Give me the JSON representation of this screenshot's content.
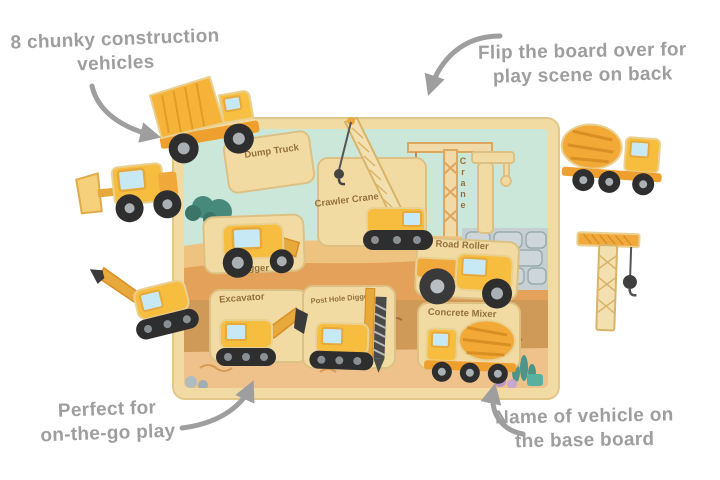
{
  "annotations": {
    "top_left": {
      "line1": "8 chunky construction",
      "line2": "vehicles"
    },
    "top_right": {
      "line1": "Flip the board over for",
      "line2": "play scene on back"
    },
    "bottom_left": {
      "line1": "Perfect for",
      "line2": "on-the-go play"
    },
    "bottom_right": {
      "line1": "Name of vehicle on",
      "line2": "the base board"
    }
  },
  "board": {
    "slot_labels": {
      "dump_truck": "Dump Truck",
      "crawler_crane": "Crawler Crane",
      "digger": "Digger",
      "road_roller": "Road Roller",
      "excavator": "Excavator",
      "post_hole_digger": "Post Hole Digger",
      "concrete_mixer": "Concrete Mixer",
      "crane": "Crane"
    }
  },
  "colors": {
    "annotation_gray": "#9e9e9e",
    "board_wood": "#f2dba3",
    "vehicle_yellow": "#f7bd3f",
    "accent_orange": "#f0a83a",
    "sky": "#cbe7d9",
    "dirt": "#cf9a58",
    "window_blue": "#c7e9f5"
  }
}
